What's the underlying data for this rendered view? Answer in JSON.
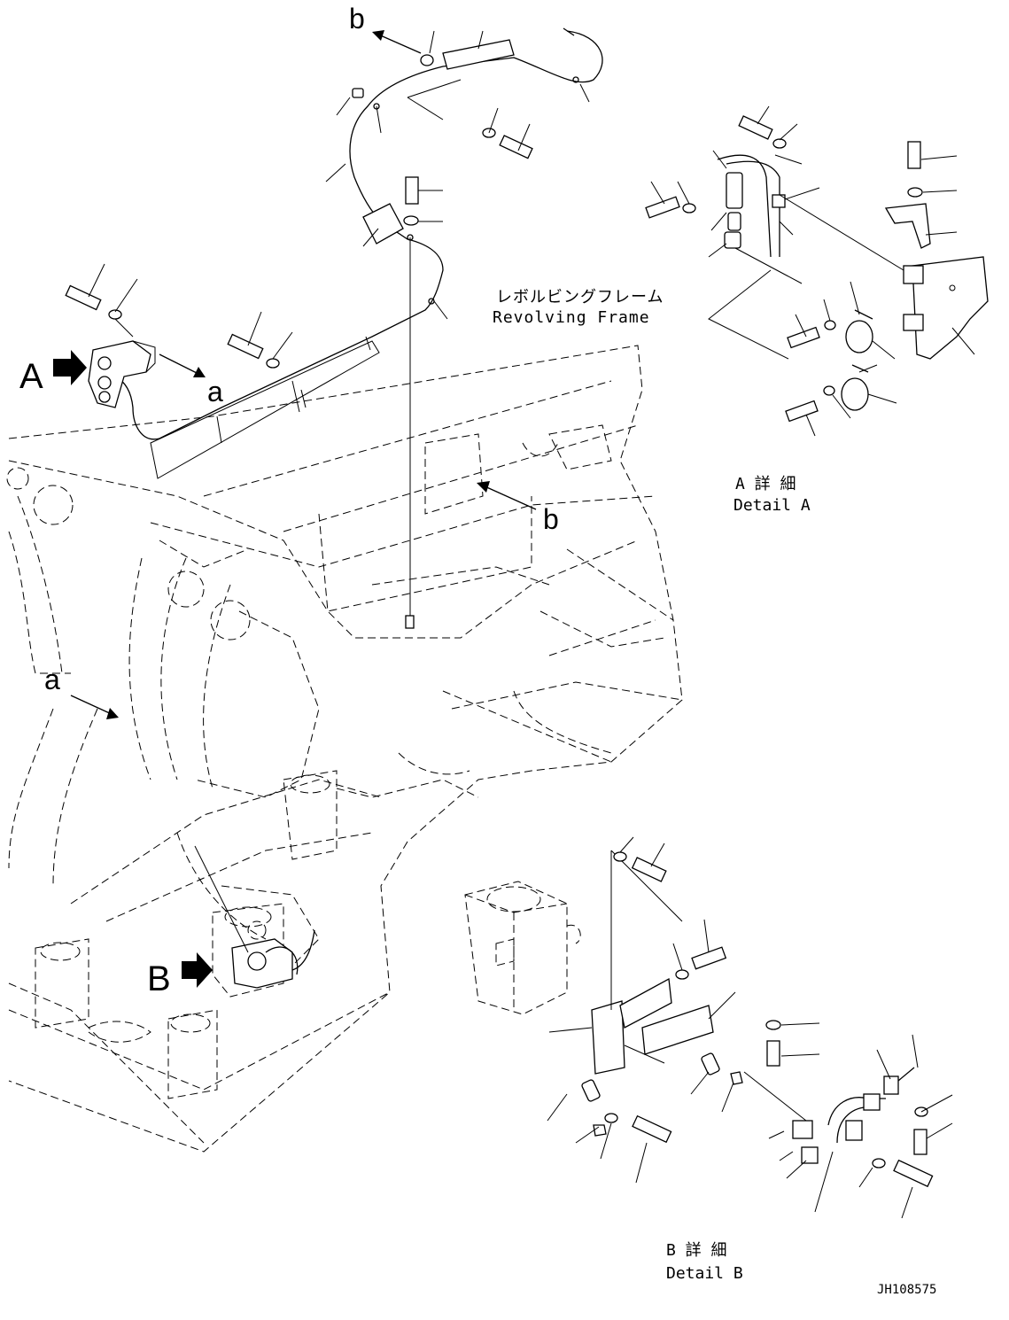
{
  "callouts": {
    "view_a": "A",
    "view_b": "B",
    "ref_a_bracket": "a",
    "ref_b_top": "b",
    "ref_b_frame": "b",
    "ref_a_frame": "a"
  },
  "frame_label": {
    "jp": "レボルビングフレーム",
    "en": "Revolving Frame"
  },
  "detail_a": {
    "jp": "A 詳 細",
    "en": "Detail A"
  },
  "detail_b": {
    "jp": "B 詳 細",
    "en": "Detail B"
  },
  "drawing_number": "JH108575"
}
